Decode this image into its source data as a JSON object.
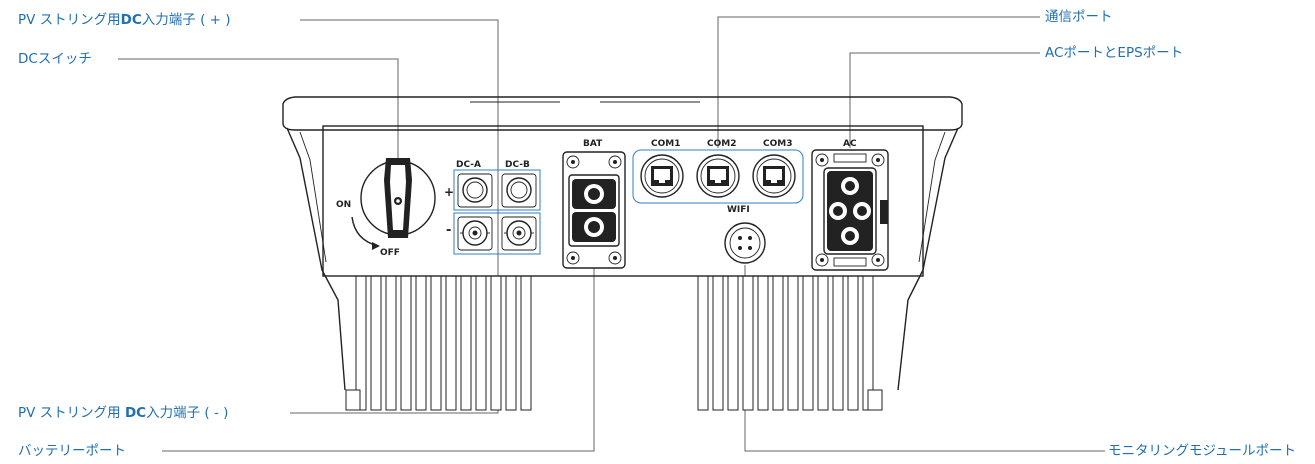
{
  "labels": {
    "pv_dc_plus": {
      "prefix": "PV ストリング用",
      "bold": "DC",
      "suffix": "入力端子 ( + )"
    },
    "dc_switch": "DCスイッチ",
    "pv_dc_minus": {
      "prefix": "PV ストリング用 ",
      "bold": "DC",
      "suffix": "入力端子 ( - )"
    },
    "battery_port": "バッテリーポート",
    "comm_port": "通信ポート",
    "ac_eps_port": "ACポートとEPSポート",
    "monitoring_port": "モニタリングモジュールポート"
  },
  "device_text": {
    "on": "ON",
    "off": "OFF",
    "dc_a": "DC-A",
    "dc_b": "DC-B",
    "plus": "+",
    "minus": "-",
    "bat": "BAT",
    "com1": "COM1",
    "com2": "COM2",
    "com3": "COM3",
    "wifi": "WIFI",
    "ac": "AC"
  },
  "colors": {
    "label": "#1f6fb2",
    "leader": "#666666",
    "outline": "#222222",
    "highlight_box": "#2d7fc4"
  }
}
